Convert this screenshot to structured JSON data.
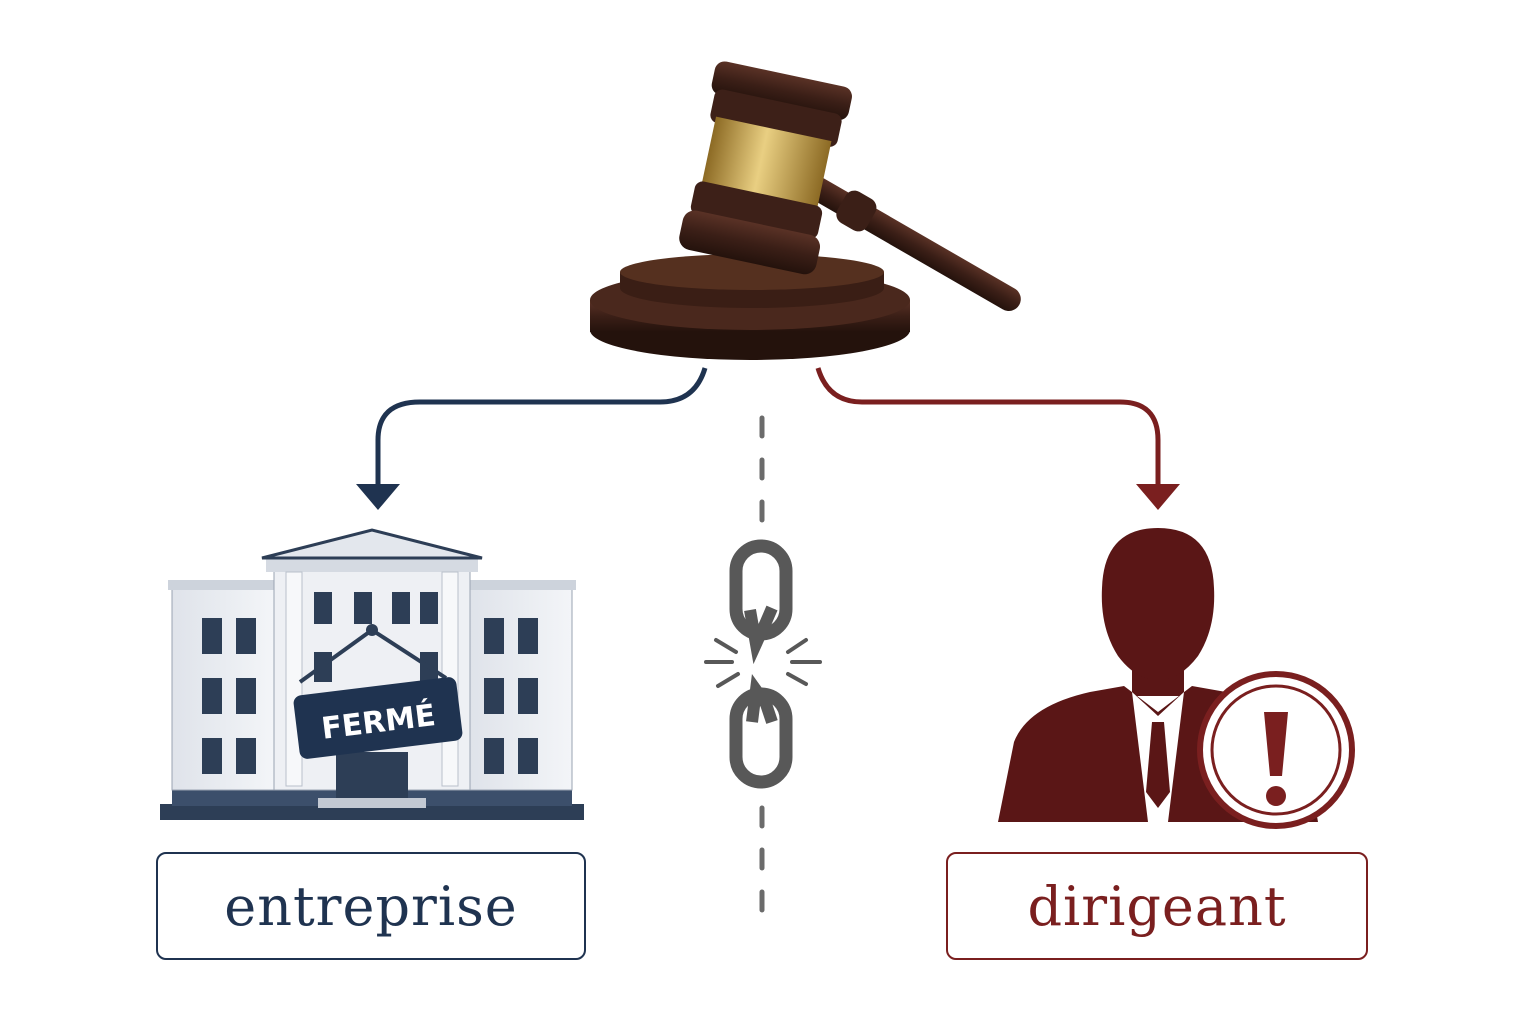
{
  "diagram": {
    "gavel": {
      "icon": "gavel-icon",
      "base_icon": "sound-block-icon"
    },
    "left": {
      "icon": "building-icon",
      "sign_text": "FERMÉ",
      "label": "entreprise",
      "color": "#1f3350"
    },
    "right": {
      "icon": "person-silhouette-icon",
      "badge_icon": "exclamation-icon",
      "label": "dirigeant",
      "color": "#7a1f1f"
    },
    "center": {
      "icon": "broken-chain-icon",
      "divider": "dashed",
      "divider_color": "#6b6b6b"
    },
    "colors": {
      "gavel_wood": "#3b1f17",
      "gavel_band": "#c9a24a",
      "building_wall": "#e7eaef",
      "building_dark": "#2d3e56",
      "person": "#5a1616",
      "chain": "#585858"
    }
  }
}
